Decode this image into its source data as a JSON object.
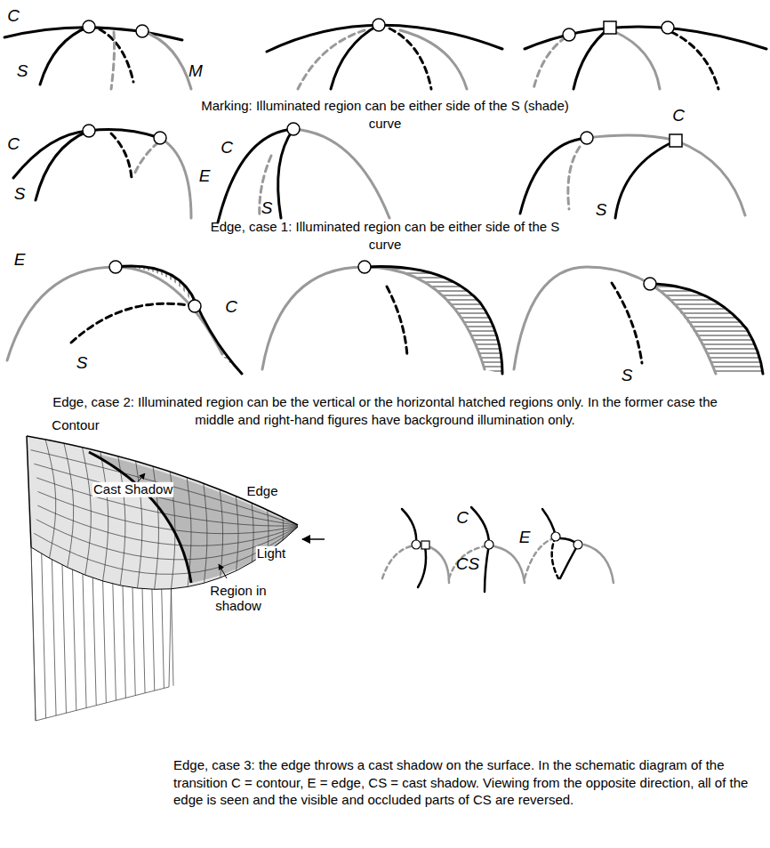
{
  "diagram": {
    "labels": [
      "C",
      "S",
      "M",
      "Marking: Illuminated region can be either side of the S (shade) curve",
      "C",
      "S",
      "E",
      "C",
      "S",
      "C",
      "S",
      "Edge, case 1: Illuminated region can be either side of the S curve",
      "E",
      "C",
      "S",
      "S",
      "Edge, case 2: Illuminated region can be the vertical or the horizontal hatched regions only. In the former case the middle and right-hand figures have background illumination only.",
      "Contour",
      "Cast Shadow",
      "Edge",
      "Light",
      "Region in shadow",
      "C",
      "E",
      "CS",
      "Edge, case 3: the edge throws a cast shadow on the surface. In the schematic diagram of the transition C = contour, E = edge, CS = cast shadow. Viewing from the opposite direction, all of the edge is seen and the visible and occluded parts of CS are reversed."
    ]
  }
}
